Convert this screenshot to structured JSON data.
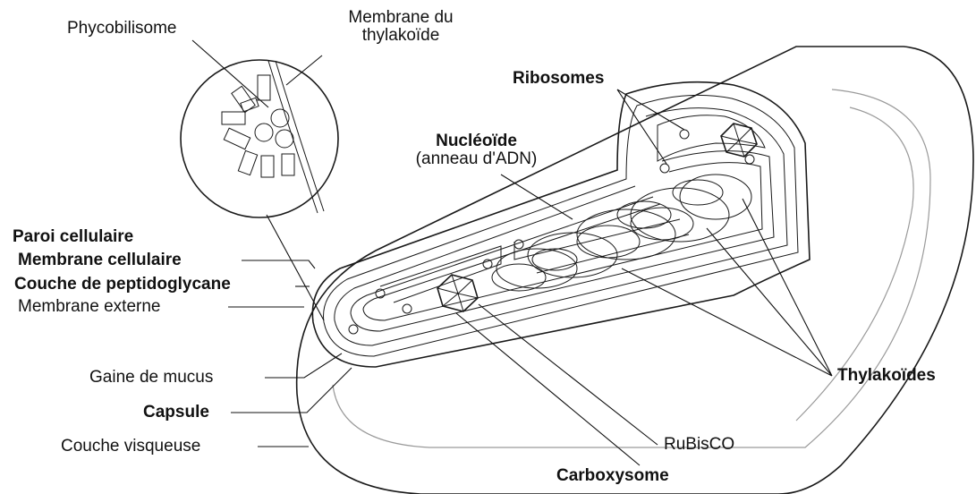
{
  "labels": {
    "phycobilisome": "Phycobilisome",
    "membrane_thylakoide_1": "Membrane du",
    "membrane_thylakoide_2": "thylakoïde",
    "ribosomes": "Ribosomes",
    "nucleoide": "Nucléoïde",
    "anneau_adn": "(anneau d'ADN)",
    "paroi_cellulaire": "Paroi cellulaire",
    "membrane_cellulaire": "Membrane cellulaire",
    "couche_peptidoglycane": "Couche de peptidoglycane",
    "membrane_externe": "Membrane externe",
    "gaine_mucus": "Gaine de mucus",
    "capsule": "Capsule",
    "couche_visqueuse": "Couche visqueuse",
    "thylakoides": "Thylakoïdes",
    "rubisco": "RuBisCO",
    "carboxysome": "Carboxysome"
  }
}
